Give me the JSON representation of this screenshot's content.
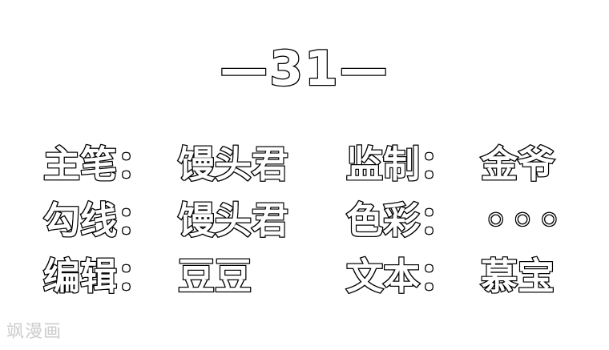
{
  "chapter": {
    "number": "—31—"
  },
  "credits": {
    "left": [
      {
        "role": "主笔：",
        "name": "馒头君"
      },
      {
        "role": "勾线：",
        "name": "馒头君"
      },
      {
        "role": "编辑：",
        "name": "豆豆"
      }
    ],
    "right": [
      {
        "role": "监制：",
        "name": "金爷"
      },
      {
        "role": "色彩：",
        "name": "◦◦◦"
      },
      {
        "role": "文本：",
        "name": "慕宝"
      }
    ]
  },
  "watermark": {
    "text": "飒漫画"
  },
  "colors": {
    "background": "#ffffff",
    "outline": "#000000",
    "fill": "#ffffff",
    "watermark": "#cccccc"
  }
}
